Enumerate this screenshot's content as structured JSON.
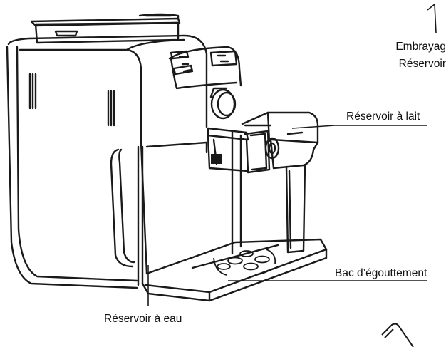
{
  "labels": {
    "embrayage": "Embrayag",
    "reservoir_cut": "Réservoir",
    "milk_tank": "Réservoir à lait",
    "drip_tray": "Bac d’égouttement",
    "water_tank": "Réservoir à eau"
  }
}
